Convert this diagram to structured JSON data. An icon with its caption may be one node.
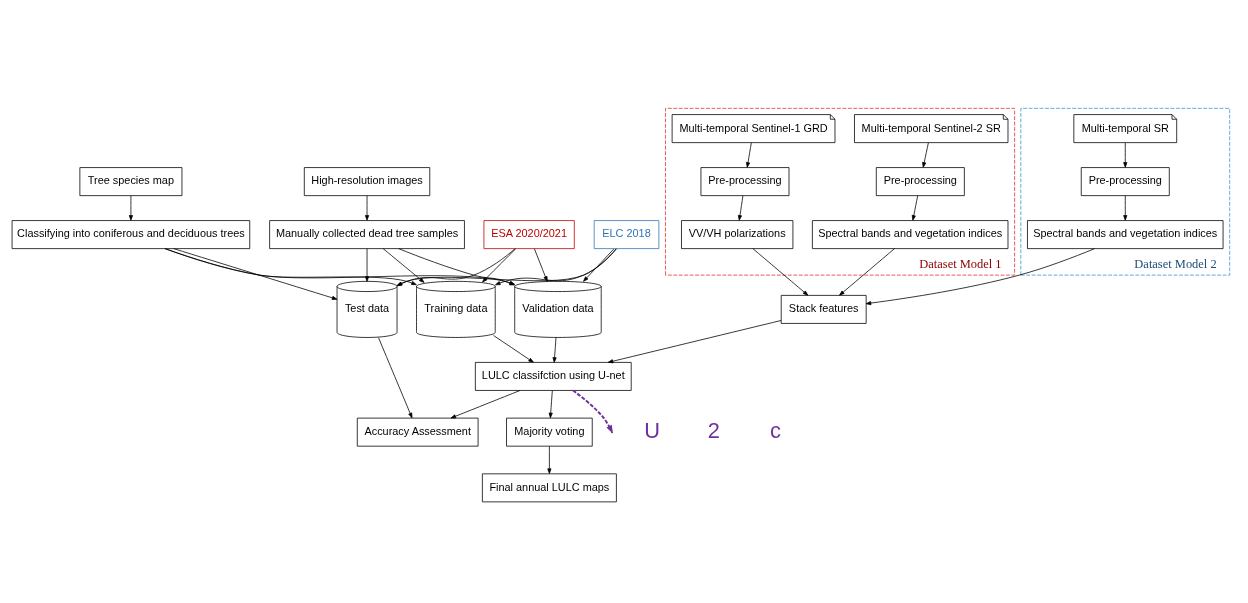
{
  "diagram": {
    "nodes": [
      {
        "text": [
          "Dataset Model 1"
        ]
      },
      {
        "text": [
          "Multi-temporal Sentinel-2 SR"
        ],
        "in": 0
      },
      {
        "text": [
          "Pre-processing"
        ],
        "in": 0
      },
      {
        "text": [
          "Spectral bands and vegetation indices"
        ],
        "in": 0
      },
      {
        "text": [
          "Multi-temporal Sentinel-1 GRD"
        ],
        "in": 0
      },
      {
        "text": [
          "Pre-processing"
        ],
        "in": 0
      },
      {
        "text": [
          "VV/VH polarizations"
        ],
        "in": 0
      },
      {
        "text": [
          "Dataset Model 2"
        ]
      },
      {
        "text": [
          "Multi-temporal SR"
        ],
        "in": 7
      },
      {
        "text": [
          "Pre-processing"
        ],
        "in": 7
      },
      {
        "text": [
          "Spectral bands and vegetation indices"
        ],
        "in": 7
      },
      {
        "text": [
          "Stack features"
        ]
      },
      {
        "text": [
          "Tree species map"
        ]
      },
      {
        "text": [
          "ESA 2020/2021"
        ]
      },
      {
        "text": [
          "ELC 2018"
        ]
      },
      {
        "text": [
          "High-resolution images"
        ]
      },
      {
        "text": [
          "Classifying into coniferous and deciduous trees"
        ]
      },
      {
        "text": [
          "Manually collected dead tree samples"
        ]
      },
      {
        "text": [
          "Validation data"
        ]
      },
      {
        "text": [
          "Training data"
        ]
      },
      {
        "text": [
          "Test data"
        ]
      },
      {
        "text": [
          "LULC classifction using U-net"
        ]
      },
      {
        "text": [
          "Majority voting"
        ]
      },
      {
        "text": [
          "Final annual LULC maps"
        ]
      },
      {
        "text": [
          "Accuracy Assessment"
        ]
      }
    ],
    "edges": [
      {
        "from": 1,
        "to": 2,
        "arrow": "to"
      },
      {
        "from": 2,
        "to": 3,
        "arrow": "to"
      },
      {
        "from": 4,
        "to": 5,
        "arrow": "to"
      },
      {
        "from": 5,
        "to": 6,
        "arrow": "to"
      },
      {
        "from": 8,
        "to": 9,
        "arrow": "to"
      },
      {
        "from": 9,
        "to": 10,
        "arrow": "to"
      },
      {
        "from": 3,
        "to": 11,
        "arrow": "to"
      },
      {
        "from": 6,
        "to": 11,
        "arrow": "to"
      },
      {
        "from": 10,
        "to": 11,
        "arrow": "to"
      },
      {
        "from": 12,
        "to": 16,
        "arrow": "to"
      },
      {
        "from": 15,
        "to": 17,
        "arrow": "to"
      },
      {
        "from": 16,
        "to": 18,
        "arrow": "to"
      },
      {
        "from": 16,
        "to": 19,
        "arrow": "to"
      },
      {
        "from": 16,
        "to": 20,
        "arrow": "to"
      },
      {
        "from": 13,
        "to": 18,
        "arrow": "to"
      },
      {
        "from": 13,
        "to": 19,
        "arrow": "to"
      },
      {
        "from": 13,
        "to": 20,
        "arrow": "to"
      },
      {
        "from": 14,
        "to": 18,
        "arrow": "to"
      },
      {
        "from": 14,
        "to": 19,
        "arrow": "to"
      },
      {
        "from": 14,
        "to": 20,
        "arrow": "to"
      },
      {
        "from": 17,
        "to": 18,
        "arrow": "to"
      },
      {
        "from": 17,
        "to": 19,
        "arrow": "to"
      },
      {
        "from": 17,
        "to": 20,
        "arrow": "to"
      },
      {
        "from": 11,
        "to": 21,
        "arrow": "to"
      },
      {
        "from": 18,
        "to": 21,
        "arrow": "to"
      },
      {
        "from": 19,
        "to": 21,
        "arrow": "to"
      },
      {
        "from": 21,
        "to": 22,
        "arrow": "to"
      },
      {
        "from": 22,
        "to": 23,
        "arrow": "to"
      },
      {
        "from": 21,
        "to": 24,
        "arrow": "to"
      },
      {
        "from": 20,
        "to": 24,
        "arrow": "to"
      },
      {
        "from": 21,
        "to": null,
        "arrow": "to",
        "style": "dashed",
        "color": "#7030a0"
      }
    ],
    "labels": [
      "U",
      "2",
      "c"
    ]
  }
}
